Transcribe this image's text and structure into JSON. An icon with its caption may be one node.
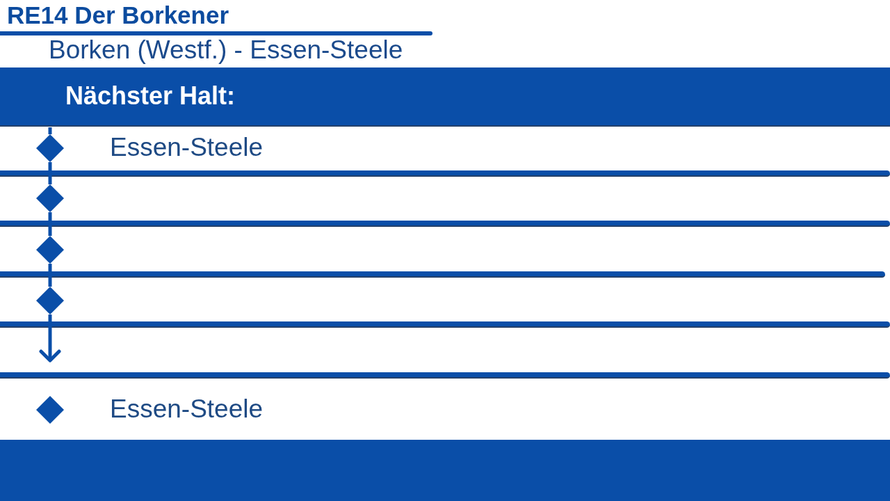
{
  "diagram": {
    "title": "RE14 Der Borkener",
    "nodes": [
      {
        "text": [],
        "shape": "diamond",
        "beside": [
          "Essen-Steele"
        ]
      },
      {
        "text": [],
        "shape": "diamond"
      },
      {
        "text": [],
        "shape": "diamond"
      },
      {
        "text": [],
        "shape": "diamond"
      },
      {
        "text": [],
        "shape": "diamond",
        "beside": [
          "Essen-Steele"
        ]
      }
    ],
    "edges": [
      {
        "from": null,
        "to": 0,
        "arrow": "none"
      },
      {
        "from": 0,
        "to": 1,
        "arrow": "none"
      },
      {
        "from": 1,
        "to": 2,
        "arrow": "none"
      },
      {
        "from": 2,
        "to": 3,
        "arrow": "none"
      },
      {
        "from": 3,
        "to": null,
        "arrow": "to"
      }
    ],
    "labels": [
      "Borken (Westf.) - Essen-Steele",
      "Nächster Halt:"
    ]
  }
}
